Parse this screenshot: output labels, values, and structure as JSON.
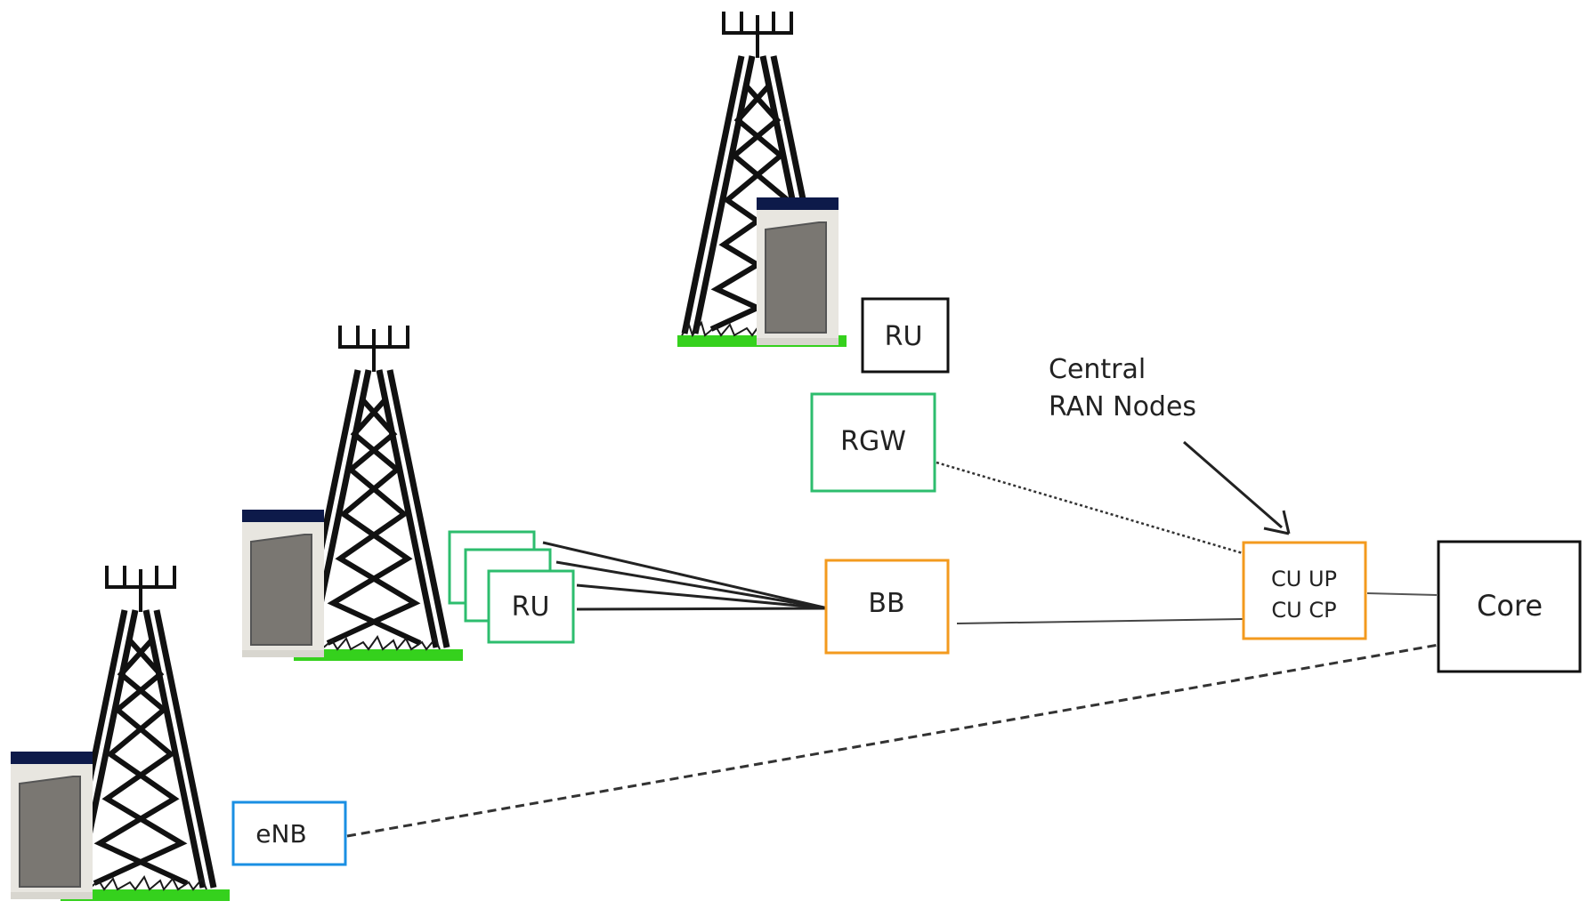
{
  "diagram": {
    "annotation": {
      "line1": "Central",
      "line2": "RAN Nodes"
    },
    "nodes": {
      "ru_top": {
        "label": "RU",
        "color": "#000000"
      },
      "rgw": {
        "label": "RGW",
        "color": "#2dbd6e"
      },
      "ru_stack": {
        "label": "RU",
        "color": "#2dbd6e"
      },
      "bb": {
        "label": "BB",
        "color": "#f39a1e"
      },
      "cu": {
        "line1": "CU UP",
        "line2": "CU CP",
        "color": "#f39a1e"
      },
      "core": {
        "label": "Core",
        "color": "#000000"
      },
      "enb": {
        "label": "eNB",
        "color": "#1a8fe3"
      }
    },
    "towers": [
      {
        "name": "tower-top"
      },
      {
        "name": "tower-middle"
      },
      {
        "name": "tower-bottom"
      }
    ],
    "colors": {
      "grass": "#35d11d",
      "cabinet_top": "#0d1a4a",
      "cabinet_body": "#7a7772",
      "tower": "#111111"
    }
  }
}
